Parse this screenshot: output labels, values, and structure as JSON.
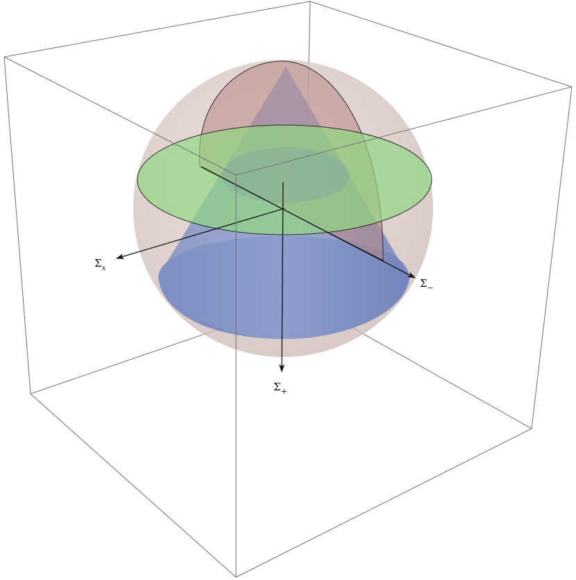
{
  "axes": {
    "x": {
      "main": "Σ",
      "sub": "x"
    },
    "minus": {
      "main": "Σ",
      "sub": "−"
    },
    "plus": {
      "main": "Σ",
      "sub": "+"
    }
  },
  "colors": {
    "sphere": "#c9b3ae",
    "cone": "#6a80bd",
    "disk": "#8fd77f",
    "half_disk": "#b88783",
    "box_edge": "#707070",
    "axis": "#111111"
  }
}
